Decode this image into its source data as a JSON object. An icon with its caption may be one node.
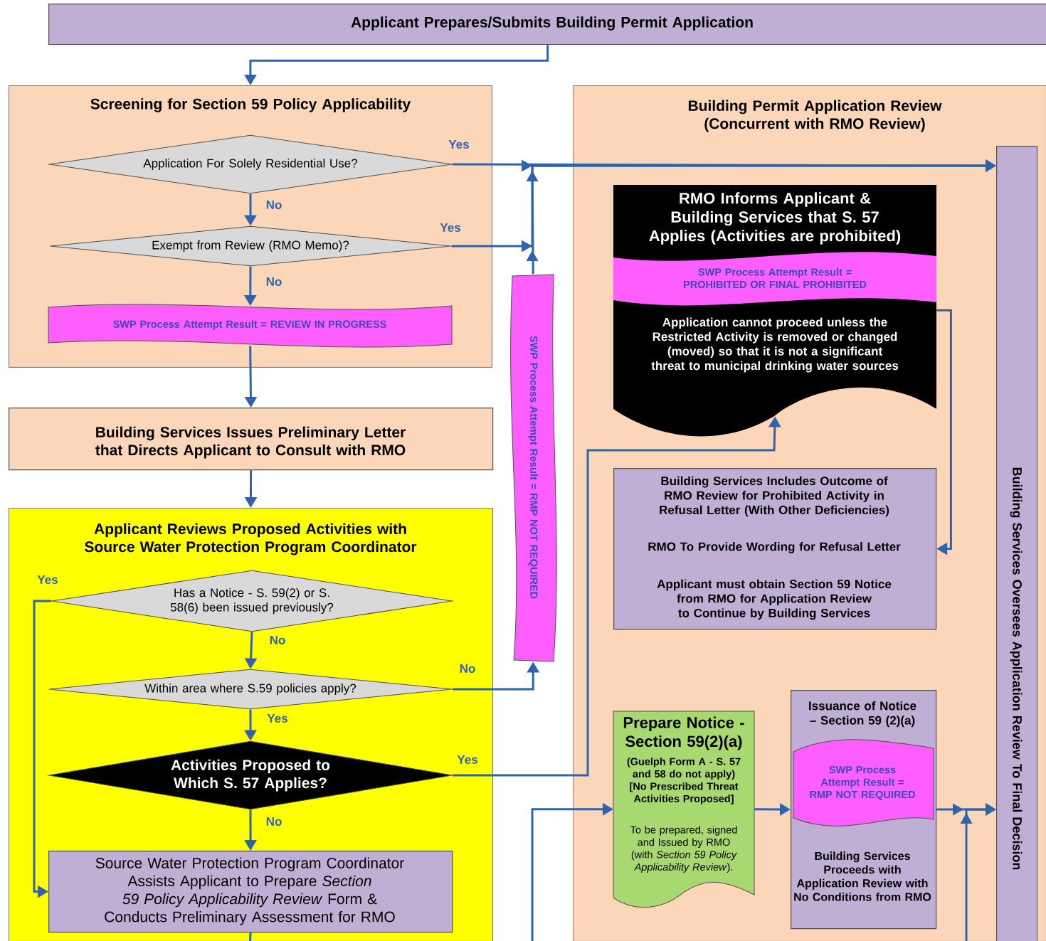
{
  "diagram": {
    "nodes": [
      {
        "text": [
          "Applicant Prepares/Submits Building Permit Application"
        ]
      },
      {
        "text": [
          "Screening for Section 59 Policy Applicability"
        ]
      },
      {
        "text": [
          "Application For Solely Residential Use?"
        ],
        "in": 1
      },
      {
        "text": [
          "Exempt from Review (RMO Memo)?"
        ],
        "in": 1
      },
      {
        "text": [
          "SWP Process Attempt Result = REVIEW IN PROGRESS"
        ],
        "in": 1
      },
      {
        "text": [
          "Building Services Issues Preliminary Letter that Directs Applicant to Consult with RMO"
        ]
      },
      {
        "text": [
          "Applicant Reviews Proposed Activities with Source Water Protection Program Coordinator"
        ]
      },
      {
        "text": [
          "Has a Notice - S. 59(2) or S. 58(6) been issued previously?"
        ],
        "in": 6
      },
      {
        "text": [
          "Within area where S.59 policies apply?"
        ],
        "in": 6
      },
      {
        "text": [
          "Activities Proposed to Which S. 57 Applies?"
        ],
        "in": 6
      },
      {
        "text": [
          "Source Water Protection Program Coordinator Assists Applicant to Prepare *Section 59 Policy Applicability Review* Form & Conducts Preliminary Assessment for RMO"
        ],
        "in": 6
      },
      {
        "text": [
          "SWP Process Attempt Result = RMP NOT REQUIRED"
        ]
      },
      {
        "text": [
          "Building Permit Application Review (Concurrent with RMO Review)"
        ]
      },
      {
        "text": [
          "RMO Informs Applicant & Building Services that S. 57 Applies (Activities are prohibited)",
          "SWP Process Attempt Result = PROHIBITED OR FINAL PROHIBITED",
          "Application cannot proceed unless the Restricted Activity is removed or changed (moved) so that it is not a significant threat to municipal drinking water sources"
        ],
        "in": 12
      },
      {
        "text": [
          "Building Services Includes Outcome of RMO Review for Prohibited Activity in Refusal Letter (With Other Deficiencies)",
          "RMO To Provide Wording for Refusal Letter",
          "Applicant must obtain Section 59 Notice from RMO for Application Review to Continue by Building Services"
        ],
        "in": 12
      },
      {
        "text": [
          "Prepare Notice - Section 59(2)(a)",
          "(Guelph Form A - S. 57 and 58 do not apply) [No Prescribed Threat Activities Proposed]",
          "To be prepared, signed and Issued by RMO (with *Section 59 Policy Applicability Review*)."
        ],
        "in": 12
      },
      {
        "text": [
          "Issuance of Notice – Section 59 (2)(a)",
          "SWP Process Attempt Result = RMP NOT REQUIRED",
          "Building Services Proceeds with Application Review with No Conditions from RMO"
        ],
        "in": 12
      },
      {
        "text": [
          "Building Services Oversees Application Review To Final Decision"
        ],
        "in": 12
      }
    ],
    "edges": [
      {
        "from": 0,
        "to": 1,
        "arrow": "to"
      },
      {
        "from": 2,
        "to": 17,
        "arrow": "to",
        "label": "Yes"
      },
      {
        "from": 2,
        "to": 3,
        "arrow": "to",
        "label": "No"
      },
      {
        "from": 3,
        "to": 17,
        "arrow": "to",
        "label": "Yes"
      },
      {
        "from": 3,
        "to": 4,
        "arrow": "to",
        "label": "No"
      },
      {
        "from": 4,
        "to": 5,
        "arrow": "to"
      },
      {
        "from": 5,
        "to": 6,
        "arrow": "to"
      },
      {
        "from": 7,
        "to": 10,
        "arrow": "to",
        "label": "Yes"
      },
      {
        "from": 7,
        "to": 8,
        "arrow": "to",
        "label": "No"
      },
      {
        "from": 8,
        "to": 11,
        "arrow": "to",
        "label": "No"
      },
      {
        "from": 11,
        "to": 17,
        "arrow": "to"
      },
      {
        "from": 8,
        "to": 9,
        "arrow": "to",
        "label": "Yes"
      },
      {
        "from": 9,
        "to": 13,
        "arrow": "to",
        "label": "Yes"
      },
      {
        "from": 9,
        "to": 10,
        "arrow": "to",
        "label": "No"
      },
      {
        "from": 13,
        "to": 14,
        "arrow": "to"
      },
      {
        "from": 15,
        "to": 16,
        "arrow": "to"
      },
      {
        "from": 16,
        "to": 17,
        "arrow": "to"
      },
      {
        "from": null,
        "to": 15,
        "arrow": "to"
      },
      {
        "from": null,
        "to": 17,
        "arrow": "to"
      },
      {
        "from": 10,
        "to": null,
        "arrow": "none"
      }
    ]
  }
}
